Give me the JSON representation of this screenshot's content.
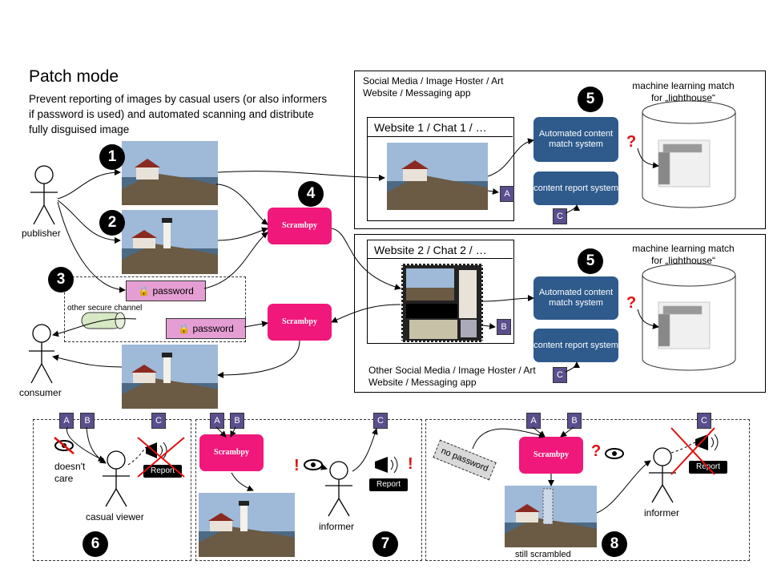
{
  "title": "Patch mode",
  "subtitle": "Prevent reporting of images by casual users (or also informers if password is used) and automated scanning and distribute fully disguised image",
  "labels": {
    "publisher": "publisher",
    "consumer": "consumer",
    "casual_viewer": "casual viewer",
    "informer_7": "informer",
    "informer_8": "informer",
    "doesnt_care": "doesn't care",
    "still_scrambled": "still scrambled",
    "no_password": "no password",
    "other_secure_channel": "other secure channel"
  },
  "passwords": {
    "pw1": "password",
    "pw2": "password"
  },
  "scrambpy": {
    "s4a": "Scrambpy",
    "s4b": "Scrambpy",
    "s7": "Scrambpy",
    "s8": "Scrambpy"
  },
  "numbers": {
    "n1": "1",
    "n2": "2",
    "n3": "3",
    "n4": "4",
    "n5a": "5",
    "n5b": "5",
    "n6": "6",
    "n7": "7",
    "n8": "8"
  },
  "panels": {
    "top": {
      "header": "Social Media / Image Hoster / Art Website / Messaging app",
      "site": "Website 1 / Chat 1 / …",
      "automated": "Automated content match system",
      "report_system": "content report system",
      "ml_label": "machine learning match for „lighthouse“",
      "question": "?"
    },
    "bottom": {
      "footer": "Other Social Media / Image Hoster / Art Website / Messaging app",
      "site": "Website 2 / Chat 2 / …",
      "automated": "Automated content match system",
      "report_system": "content report system",
      "ml_label": "machine learning match for „lighthouse“",
      "question": "?"
    }
  },
  "tags": {
    "t1": "A",
    "t2": "B",
    "t3": "C",
    "t4": "C",
    "p6a": "A",
    "p6b": "B",
    "p6c": "C",
    "p7a": "A",
    "p7b": "B",
    "p7c": "C",
    "p8a": "A",
    "p8b": "B",
    "p8c": "C"
  },
  "report": {
    "r6": "Report",
    "r7": "Report",
    "r8": "Report"
  },
  "marks": {
    "ex7a": "!",
    "ex7b": "!",
    "q8": "?"
  },
  "colors": {
    "scrambpy": "#f0187a",
    "content_box": "#2e5a8c",
    "tag": "#5b4e8d",
    "password": "#e59ed3",
    "alert": "#e01010"
  }
}
